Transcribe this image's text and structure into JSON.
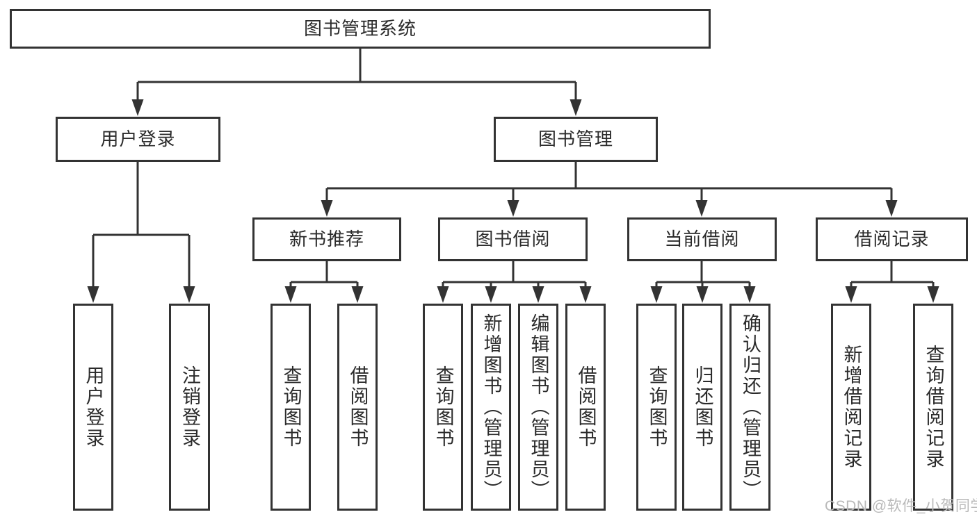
{
  "diagram": {
    "watermark": "CSDN @软件_小贺同学",
    "colors": {
      "line": "#333333",
      "box_border": "#333333",
      "text": "#2b2b2b",
      "watermark": "#b9b9b9",
      "background": "#ffffff"
    },
    "tree": {
      "root": {
        "label": "图书管理系统"
      },
      "branches": [
        {
          "label": "用户登录",
          "leaves": [
            "用户登录",
            "注销登录"
          ]
        },
        {
          "label": "图书管理",
          "groups": [
            {
              "label": "新书推荐",
              "leaves": [
                "查询图书",
                "借阅图书"
              ]
            },
            {
              "label": "图书借阅",
              "leaves": [
                "查询图书",
                "新增图书（管理员）",
                "编辑图书（管理员）",
                "借阅图书"
              ]
            },
            {
              "label": "当前借阅",
              "leaves": [
                "查询图书",
                "归还图书",
                "确认归还（管理员）"
              ]
            },
            {
              "label": "借阅记录",
              "leaves": [
                "新增借阅记录",
                "查询借阅记录"
              ]
            }
          ]
        }
      ]
    }
  }
}
